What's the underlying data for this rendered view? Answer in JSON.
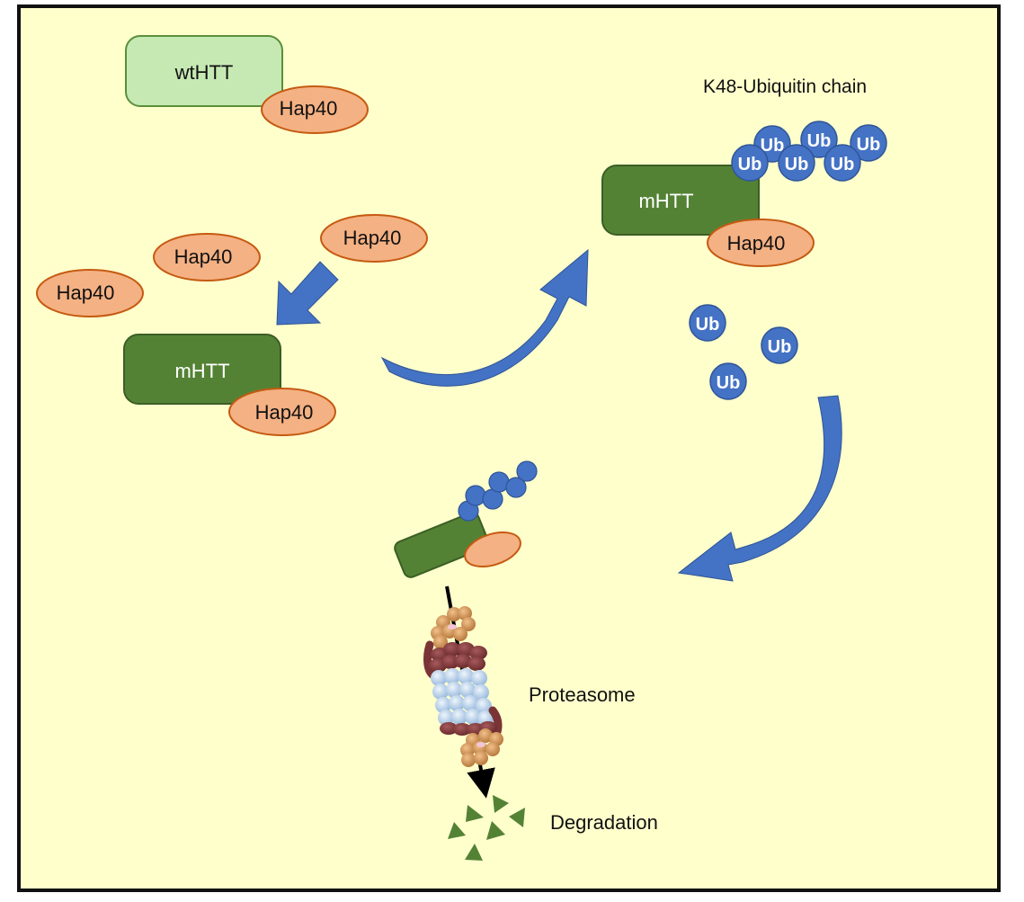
{
  "diagram": {
    "type": "pathway",
    "background_color": "#ffffcc",
    "colors": {
      "wtHTT_fill": "#c6e9b4",
      "wtHTT_stroke": "#5a8f3a",
      "mHTT_fill": "#548235",
      "mHTT_stroke": "#3b5e24",
      "hap40_fill": "#f4b183",
      "hap40_stroke": "#c55a11",
      "ub_fill": "#4472c4",
      "ub_stroke": "#2f5597",
      "arrow_fill": "#4472c4",
      "fragment_fill": "#548235"
    },
    "nodes": {
      "wtHTT": {
        "label": "wtHTT"
      },
      "wtHTT_hap40": {
        "label": "Hap40"
      },
      "free_hap40": [
        {
          "label": "Hap40"
        },
        {
          "label": "Hap40"
        },
        {
          "label": "Hap40"
        }
      ],
      "mHTT_bound": {
        "label": "mHTT"
      },
      "mHTT_bound_hap40": {
        "label": "Hap40"
      },
      "mHTT_ub": {
        "label": "mHTT"
      },
      "mHTT_ub_hap40": {
        "label": "Hap40"
      },
      "ub_chain": [
        "Ub",
        "Ub",
        "Ub",
        "Ub",
        "Ub",
        "Ub"
      ],
      "free_ub": [
        "Ub",
        "Ub",
        "Ub"
      ]
    },
    "labels": {
      "k48_chain": "K48-Ubiquitin chain",
      "proteasome": "Proteasome",
      "degradation": "Degradation"
    },
    "edges": [
      {
        "from": "free Hap40",
        "to": "mHTT-Hap40",
        "style": "straight-block-arrow"
      },
      {
        "from": "mHTT-Hap40",
        "to": "mHTT-Hap40-K48-Ub",
        "style": "curved-block-arrow"
      },
      {
        "from": "K48-Ub mHTT",
        "to": "Proteasome",
        "style": "curved-block-arrow"
      },
      {
        "from": "Proteasome",
        "to": "Degradation",
        "style": "line-arrow"
      }
    ]
  }
}
